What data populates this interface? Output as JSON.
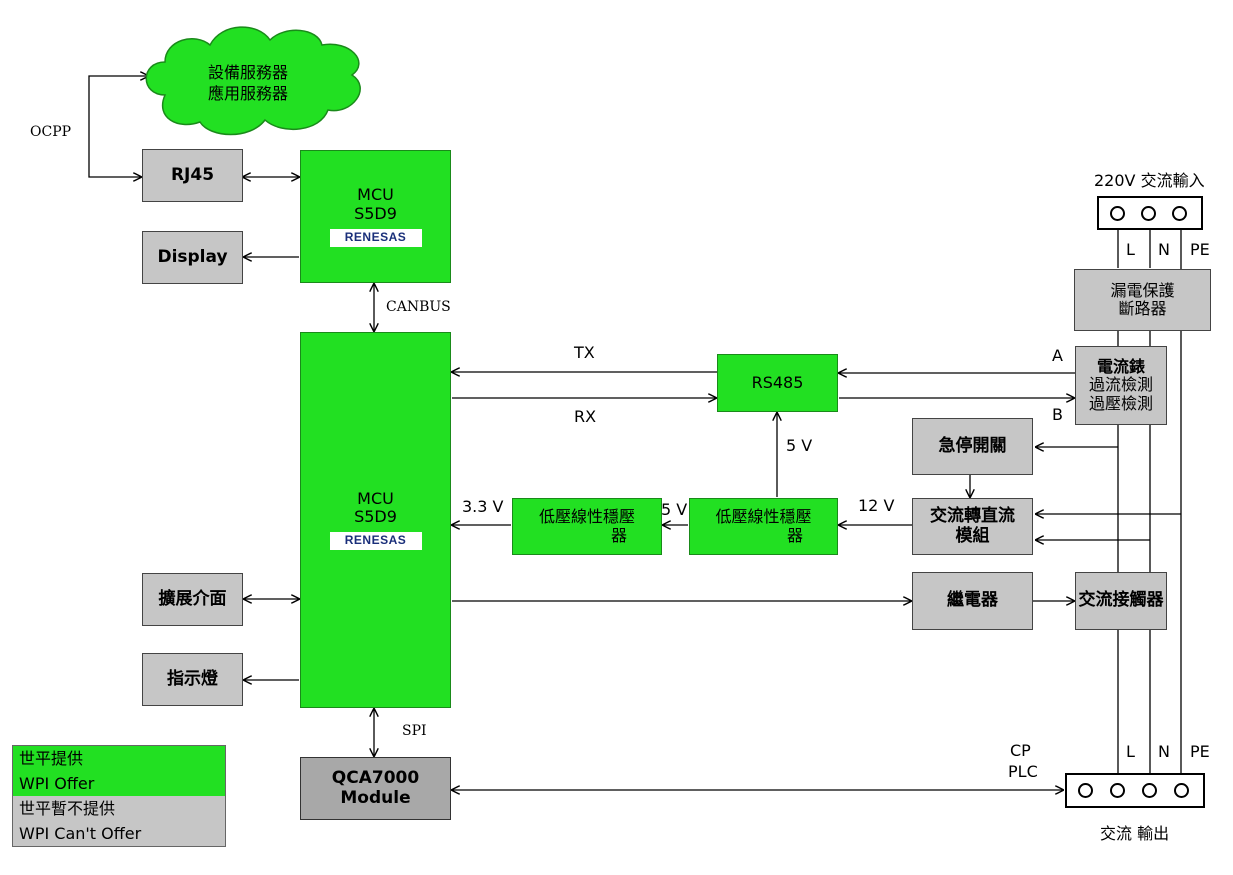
{
  "cloud": {
    "line1": "設備服務器",
    "line2": "應用服務器"
  },
  "protocol": {
    "ocpp": "OCPP",
    "canbus": "CANBUS",
    "spi": "SPI"
  },
  "boxes": {
    "rj45": "RJ45",
    "display": "Display",
    "mcu_top": {
      "line1": "MCU",
      "line2": "S5D9",
      "brand": "RENESAS"
    },
    "mcu_main": {
      "line1": "MCU",
      "line2": "S5D9",
      "brand": "RENESAS"
    },
    "expansion": "擴展介面",
    "indicator": "指示燈",
    "qca": {
      "line1": "QCA7000",
      "line2": "Module"
    },
    "rs485": "RS485",
    "ldo_left": {
      "line1": "低壓線性穩壓",
      "line2": "器"
    },
    "ldo_right": {
      "line1": "低壓線性穩壓",
      "line2": "器"
    },
    "estop": "急停開關",
    "acdc": {
      "line1": "交流轉直流",
      "line2": "模組"
    },
    "relay": "繼電器",
    "contactor": "交流接觸器",
    "leakage": {
      "line1": "漏電保護",
      "line2": "斷路器"
    },
    "meter": {
      "line1": "電流錶",
      "line2": "過流檢測",
      "line3": "過壓檢測"
    }
  },
  "signals": {
    "tx": "TX",
    "rx": "RX",
    "a": "A",
    "b": "B",
    "v5_up": "5 V",
    "v33": "3.3 V",
    "v5_mid": "5 V",
    "v12": "12 V",
    "cp": "CP",
    "plc": "PLC"
  },
  "power_input": {
    "title": "220V 交流輸入",
    "l": "L",
    "n": "N",
    "pe": "PE"
  },
  "power_output": {
    "title": "交流 輸出",
    "l": "L",
    "n": "N",
    "pe": "PE"
  },
  "legend": {
    "offer_zh": "世平提供",
    "offer_en": "WPI Offer",
    "nooffer_zh": "世平暫不提供",
    "nooffer_en": "WPI Can't Offer"
  },
  "colors": {
    "offer": "#22e022",
    "no_offer": "#c6c6c6",
    "module": "#a8a8a8"
  }
}
